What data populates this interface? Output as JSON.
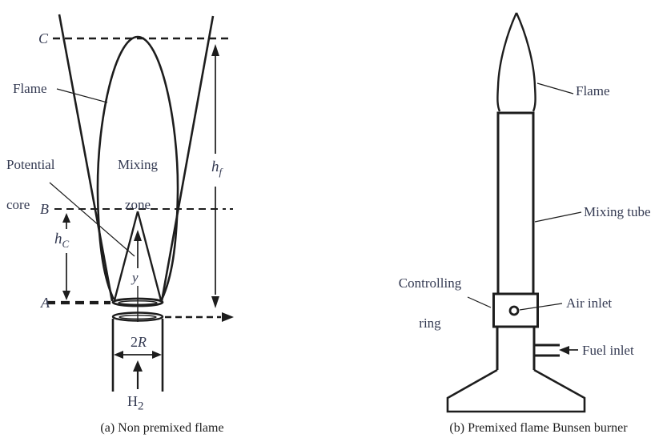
{
  "figure_a": {
    "caption": "(a) Non premixed flame",
    "labels": {
      "point_c": "C",
      "point_b": "B",
      "point_a": "A",
      "flame": "Flame",
      "potential_core": [
        "Potential",
        "core"
      ],
      "mixing_zone": [
        "Mixing",
        "zone"
      ],
      "hf": {
        "base": "h",
        "sub": "f"
      },
      "hc": {
        "base": "h",
        "sub": "C"
      },
      "y_var": "y",
      "two_r": {
        "base": "2",
        "var": "R"
      },
      "h2": {
        "base": "H",
        "sub": "2"
      }
    }
  },
  "figure_b": {
    "caption": "(b) Premixed flame Bunsen burner",
    "labels": {
      "flame": "Flame",
      "mixing_tube": "Mixing tube",
      "controlling_ring": [
        "Controlling",
        "ring"
      ],
      "air_inlet": "Air inlet",
      "fuel_inlet": "Fuel inlet"
    }
  },
  "colors": {
    "line": "#1d1d1d",
    "label_text": "#343a52",
    "caption_text": "#1f1f1f",
    "background": "#ffffff"
  }
}
